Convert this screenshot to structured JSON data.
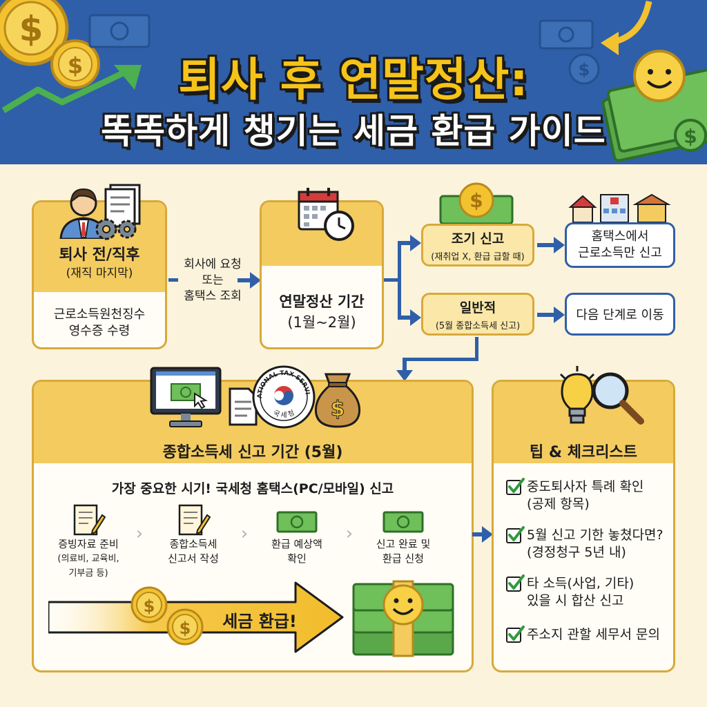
{
  "header": {
    "title": "퇴사 후 연말정산:",
    "subtitle": "똑똑하게 챙기는 세금 환급 가이드"
  },
  "step1": {
    "title": "퇴사 전/직후",
    "subtitle": "(재직 마지막)",
    "body_line1": "근로소득원천징수",
    "body_line2": "영수증 수령"
  },
  "connector1": {
    "line1": "회사에 요청",
    "line2": "또는",
    "line3": "홈택스 조회"
  },
  "step2": {
    "title": "연말정산 기간",
    "period": "(1월~2월)"
  },
  "branch_early": {
    "title": "조기 신고",
    "note": "(재취업 X, 환급 급할 때)"
  },
  "branch_early_result": {
    "line1": "홈택스에서",
    "line2": "근로소득만 신고"
  },
  "branch_general": {
    "title": "일반적",
    "note": "(5월 종합소득세 신고)"
  },
  "branch_general_result": {
    "label": "다음 단계로 이동"
  },
  "nts_seal": {
    "text_top": "NATIONAL TAX SERVICE",
    "text_bottom": "국 세 청"
  },
  "step3": {
    "title": "종합소득세 신고 기간 (5월)",
    "headline": "가장 중요한 시기! 국세청 홈택스(PC/모바일) 신고",
    "substeps": [
      {
        "line1": "증빙자료 준비",
        "line2": "(의료비, 교육비,",
        "line3": "기부금 등)"
      },
      {
        "line1": "종합소득세",
        "line2": "신고서 작성",
        "line3": ""
      },
      {
        "line1": "환급 예상액",
        "line2": "확인",
        "line3": ""
      },
      {
        "line1": "신고 완료 및",
        "line2": "환급 신청",
        "line3": ""
      }
    ],
    "refund_arrow_label": "세금 환급!"
  },
  "tips": {
    "title": "팁 & 체크리스트",
    "items": [
      {
        "line1": "중도퇴사자 특례 확인",
        "line2": "(공제 항목)"
      },
      {
        "line1": "5월 신고 기한 놓쳤다면?",
        "line2": "(경정청구 5년 내)"
      },
      {
        "line1": "타 소득(사업, 기타)",
        "line2": "있을 시 합산 신고"
      },
      {
        "line1": "주소지 관할 세무서 문의",
        "line2": ""
      }
    ]
  },
  "icons": [
    "dollar-coin-icon",
    "banknote-icon",
    "growth-arrow-icon",
    "smiley-cash-icon",
    "businessman-icon",
    "document-icon",
    "gear-icon",
    "calendar-icon",
    "clock-icon",
    "houses-icon",
    "computer-icon",
    "money-bag-icon",
    "lightbulb-icon",
    "magnifier-icon",
    "pencil-document-icon",
    "check-icon"
  ],
  "colors": {
    "header_blue": "#2f5fa8",
    "title_yellow": "#f6c318",
    "card_border": "#d8a93a",
    "band_yellow": "#f3cb5f",
    "connector_blue": "#2f5fa8",
    "cash_green": "#5aa84a",
    "background": "#fbf3dc"
  }
}
